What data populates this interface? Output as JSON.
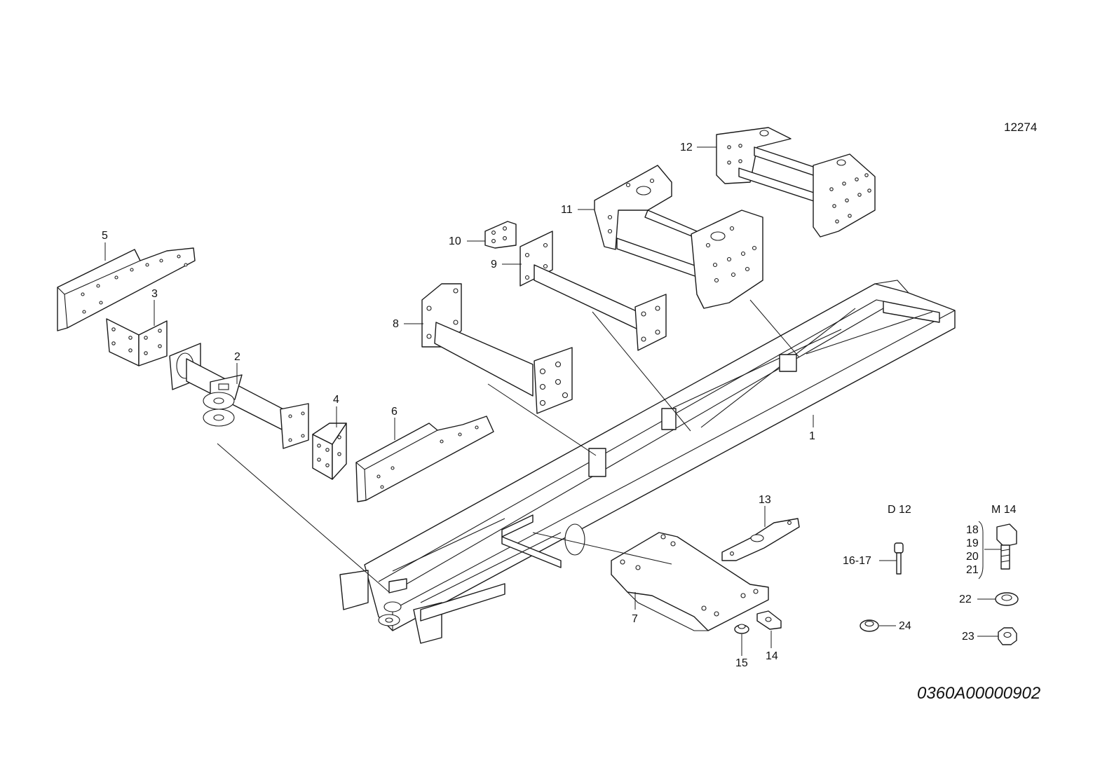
{
  "drawing": {
    "reference_number": "12274",
    "drawing_code": "0360A00000902",
    "group_d12": "D 12",
    "group_m14": "M 14"
  },
  "callouts": {
    "c1": "1",
    "c2": "2",
    "c3": "3",
    "c4": "4",
    "c5": "5",
    "c6": "6",
    "c7": "7",
    "c8": "8",
    "c9": "9",
    "c10": "10",
    "c11": "11",
    "c12": "12",
    "c13": "13",
    "c14": "14",
    "c15": "15",
    "c16_17": "16-17",
    "c18": "18",
    "c19": "19",
    "c20": "20",
    "c21": "21",
    "c22": "22",
    "c23": "23",
    "c24": "24"
  }
}
